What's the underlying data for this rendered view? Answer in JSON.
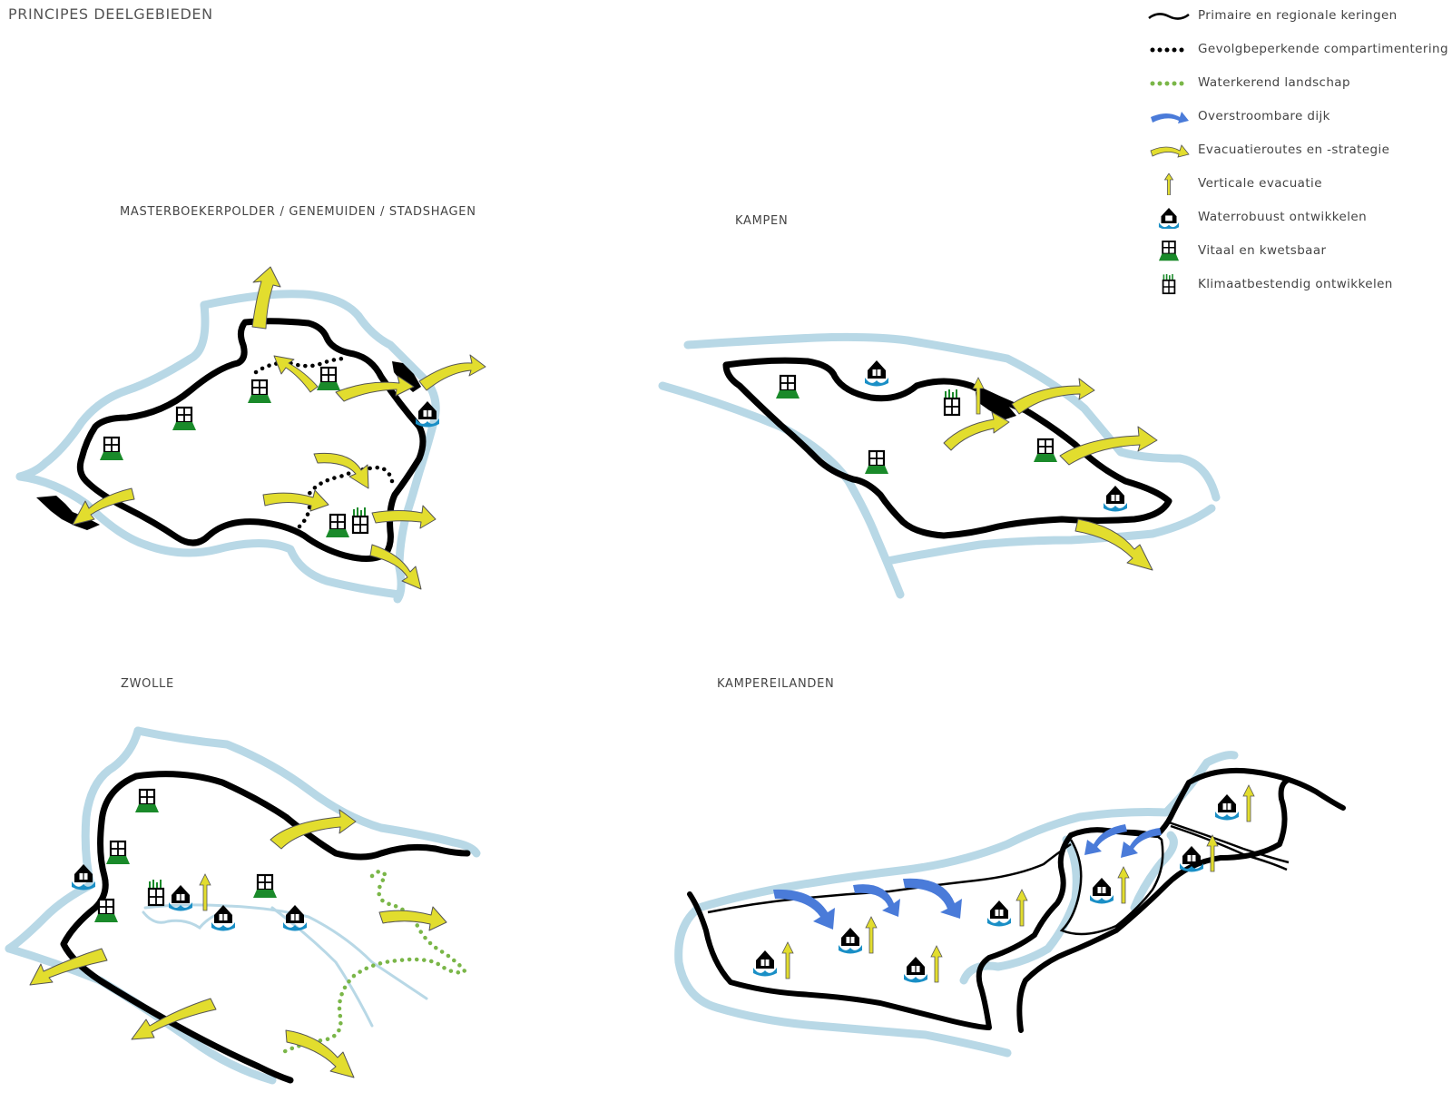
{
  "page_title": "PRINCIPES DEELGEBIEDEN",
  "regions": [
    {
      "id": "mastenbroek",
      "title": "MASTERBOEKERPOLDER / GENEMUIDEN / STADSHAGEN"
    },
    {
      "id": "kampen",
      "title": "KAMPEN"
    },
    {
      "id": "zwolle",
      "title": "ZWOLLE"
    },
    {
      "id": "kampereilanden",
      "title": "KAMPEREILANDEN"
    }
  ],
  "legend": [
    {
      "icon": "primary-dike-line-icon",
      "label": "Primaire en regionale keringen"
    },
    {
      "icon": "black-dotted-line-icon",
      "label": "Gevolgbeperkende compartimentering"
    },
    {
      "icon": "green-dotted-line-icon",
      "label": "Waterkerend landschap"
    },
    {
      "icon": "blue-arrow-icon",
      "label": "Overstroombare dijk"
    },
    {
      "icon": "yellow-arrow-icon",
      "label": "Evacuatieroutes en -strategie"
    },
    {
      "icon": "vertical-arrow-icon",
      "label": "Verticale evacuatie"
    },
    {
      "icon": "water-house-icon",
      "label": "Waterrobuust ontwikkelen"
    },
    {
      "icon": "vital-building-icon",
      "label": "Vitaal en kwetsbaar"
    },
    {
      "icon": "climate-building-icon",
      "label": "Klimaatbestendig ontwikkelen"
    }
  ],
  "colors": {
    "water": "#b8d8e6",
    "dike": "#000000",
    "evacuation_arrow": "#e2dd2e",
    "overflow_arrow": "#4a7bd9",
    "green_line": "#7ab648",
    "vital_base": "#1a8a2a",
    "house_water": "#1a8fc6"
  }
}
